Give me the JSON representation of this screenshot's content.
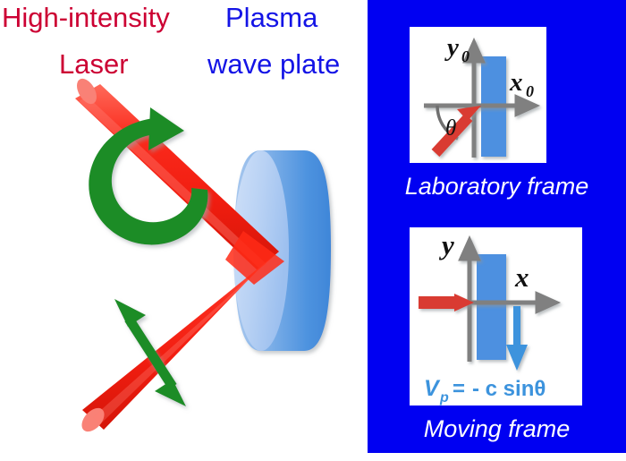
{
  "figure": {
    "type": "physics-schematic",
    "title_not_shown": false,
    "background_color": "#ffffff"
  },
  "left_panel": {
    "name": "laser-plasma-waveplate-schematic",
    "labels": {
      "laser_line1": "High-intensity",
      "laser_line2": "Laser",
      "plate_line1": "Plasma",
      "plate_line2": "wave plate"
    },
    "colors": {
      "laser_text": "#cc0033",
      "plate_text": "#1414e6",
      "beam": "#f22020",
      "polarization": "#1e8c28",
      "plate_body": "#4d90e0",
      "plate_face": "#c3d9f5"
    },
    "elements": {
      "incident_beam": "incident-laser-beam",
      "reflected_beam": "reflected-laser-beam",
      "circular_polarization": "circular-polarization-arrow",
      "linear_polarization": "linear-polarization-double-arrow",
      "plasma_plate": "plasma-wave-plate-disc"
    }
  },
  "right_panel": {
    "background_color": "#0000f2",
    "frames": [
      {
        "id": "laboratory",
        "caption": "Laboratory frame",
        "axes": {
          "y": "y",
          "y_sub": "0",
          "x": "x",
          "x_sub": "0"
        },
        "angle_label": "θ",
        "beam_direction": "incident at angle theta from lower-left",
        "plate_color": "#4d90e0",
        "axis_color": "#808080",
        "beam_color": "#d93b30"
      },
      {
        "id": "moving",
        "caption": "Moving frame",
        "axes": {
          "y": "y",
          "y_sub": "",
          "x": "x",
          "x_sub": ""
        },
        "beam_direction": "normal incidence, horizontal from left",
        "plate_velocity_arrow": "downward",
        "plate_color": "#4d90e0",
        "axis_color": "#808080",
        "beam_color": "#d93b30",
        "velocity_arrow_color": "#3c93dd",
        "formula": {
          "symbol": "V",
          "subscript": "p",
          "equals": "=",
          "expression": "- c sinθ",
          "full": "V p = - c sinθ",
          "color": "#3c93dd"
        }
      }
    ]
  }
}
